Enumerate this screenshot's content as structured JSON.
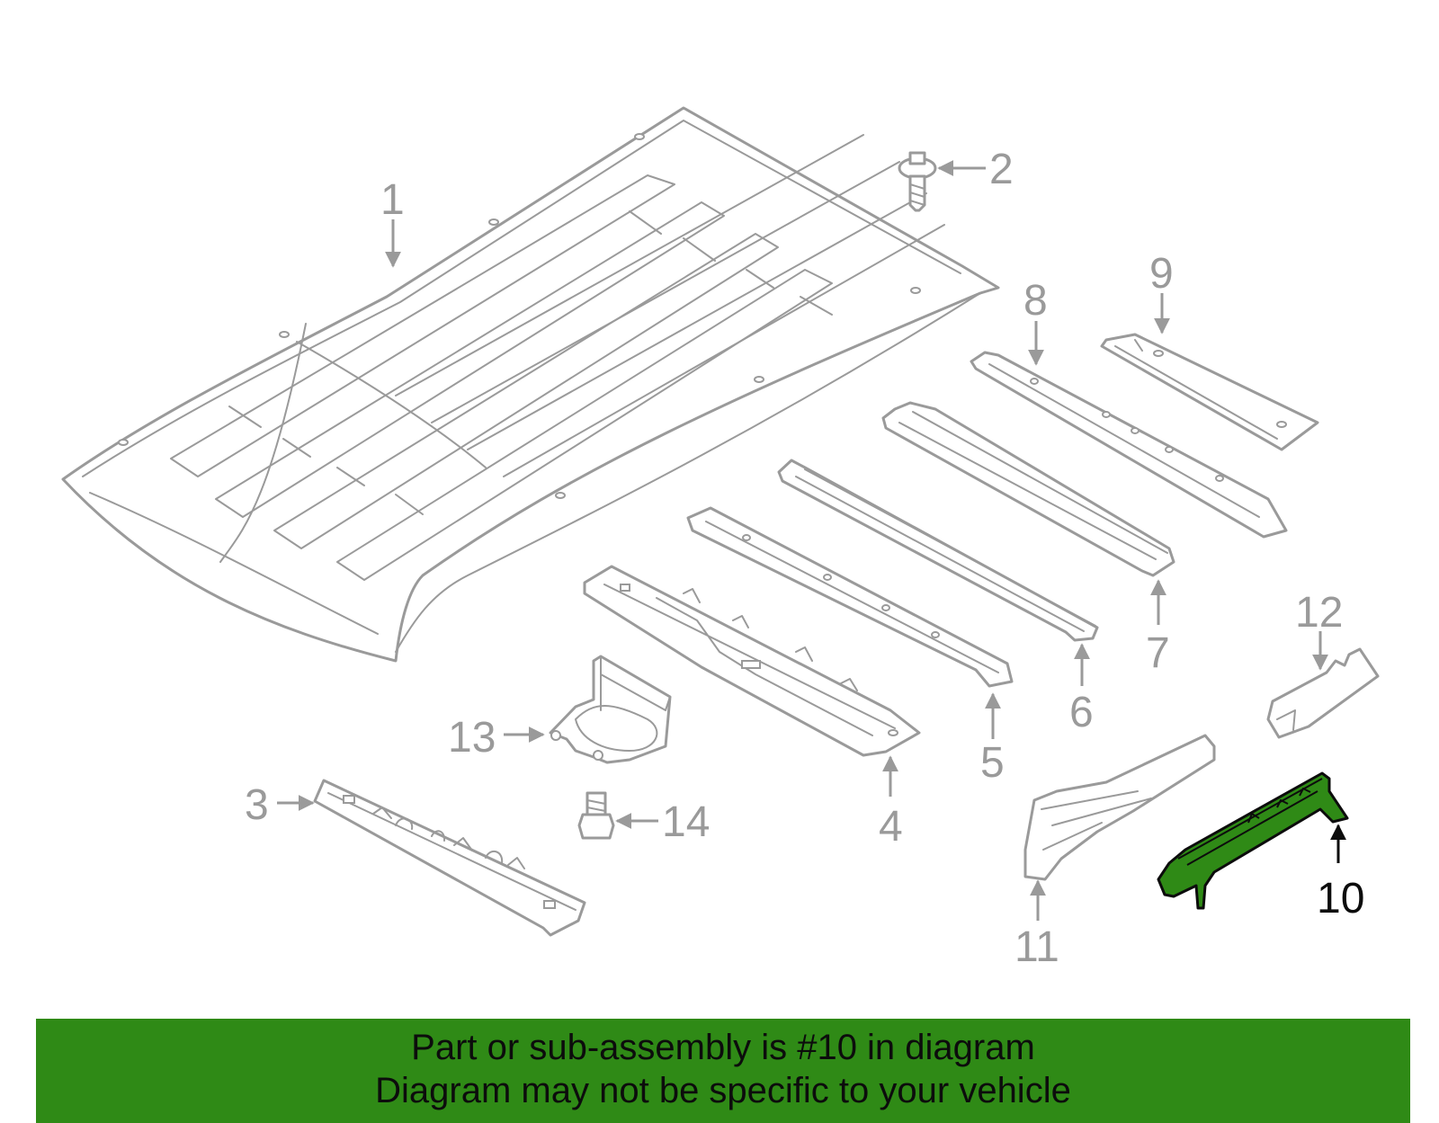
{
  "diagram": {
    "callouts": {
      "c1": "1",
      "c2": "2",
      "c3": "3",
      "c4": "4",
      "c5": "5",
      "c6": "6",
      "c7": "7",
      "c8": "8",
      "c9": "9",
      "c10": "10",
      "c11": "11",
      "c12": "12",
      "c13": "13",
      "c14": "14"
    },
    "highlighted_part": "10",
    "colors": {
      "highlight": "#2f8a16",
      "line": "#9a9a9a",
      "highlight_label": "#0c0c0c",
      "background": "#ffffff"
    }
  },
  "caption": {
    "line1": "Part or sub-assembly is #10 in diagram",
    "line2": "Diagram may not be specific to your vehicle"
  }
}
